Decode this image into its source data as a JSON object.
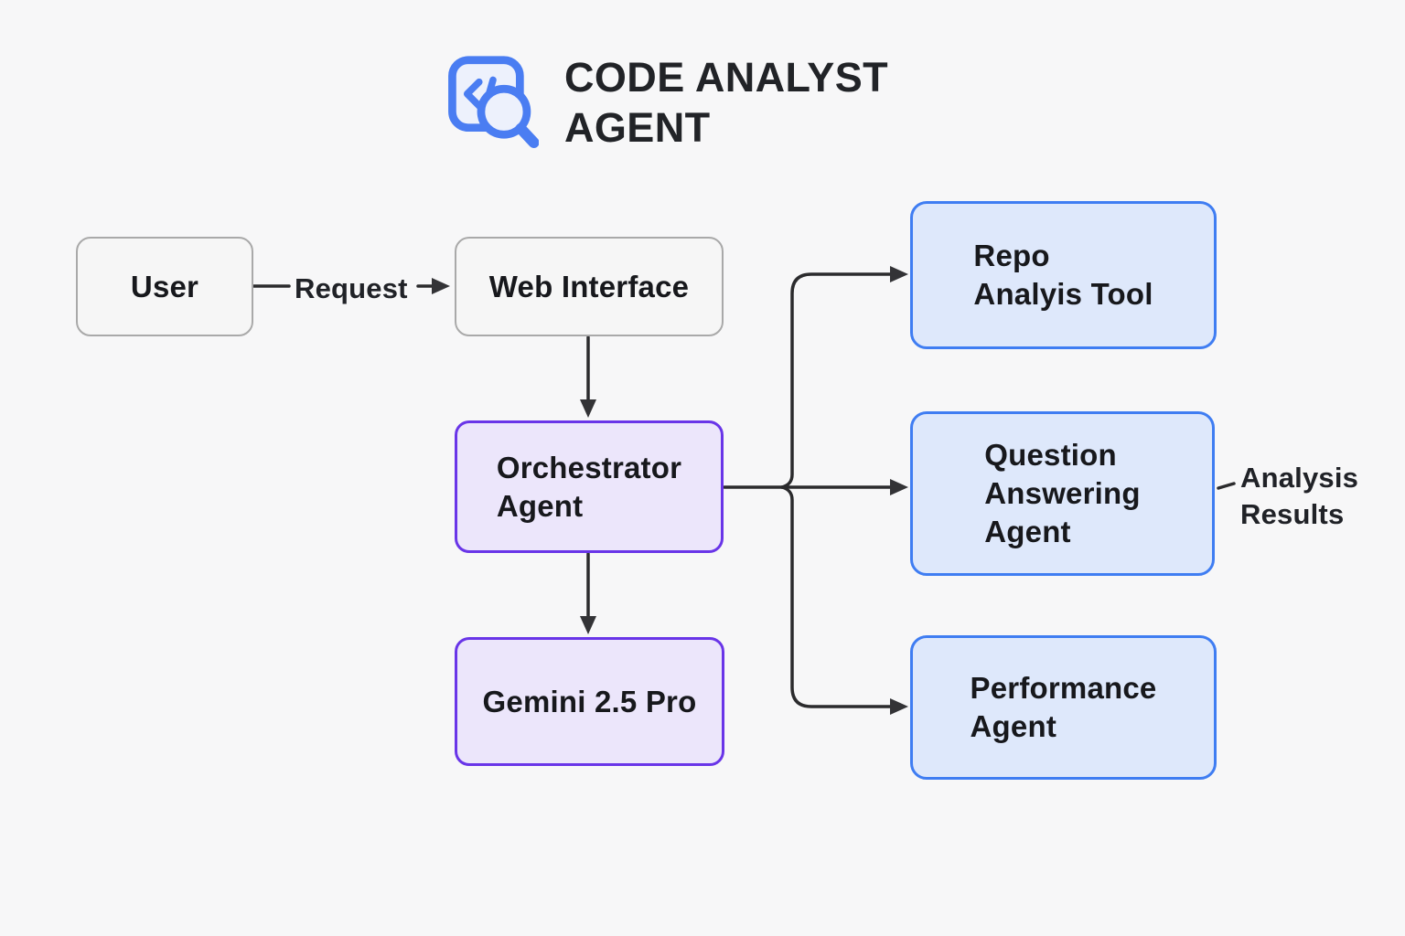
{
  "title": {
    "text": "CODE ANALYST\nAGENT",
    "icon": "code-search-icon"
  },
  "nodes": [
    {
      "id": "user",
      "label": "User",
      "style": "plain"
    },
    {
      "id": "web-interface",
      "label": "Web Interface",
      "style": "plain"
    },
    {
      "id": "orchestrator-agent",
      "label": "Orchestrator\nAgent",
      "style": "purple"
    },
    {
      "id": "gemini-2-5-pro",
      "label": "Gemini 2.5 Pro",
      "style": "purple"
    },
    {
      "id": "repo-analysis-tool",
      "label": "Repo\nAnalyis Tool",
      "style": "blue"
    },
    {
      "id": "question-answering-agent",
      "label": "Question\nAnswering\nAgent",
      "style": "blue"
    },
    {
      "id": "performance-agent",
      "label": "Performance\nAgent",
      "style": "blue"
    }
  ],
  "edge_labels": {
    "request": "Request",
    "analysis_results": "Analysis\nResults"
  },
  "colors": {
    "background": "#F7F7F8",
    "plain_fill": "#F6F6F6",
    "plain_border": "#A9A9A9",
    "purple_fill": "#ECE6FB",
    "purple_border": "#6935E8",
    "blue_fill": "#DEE8FB",
    "blue_border": "#3F7DF2",
    "connector": "#2B2B2D",
    "icon_blue": "#4A7DF2",
    "text": "#1B1D22"
  }
}
